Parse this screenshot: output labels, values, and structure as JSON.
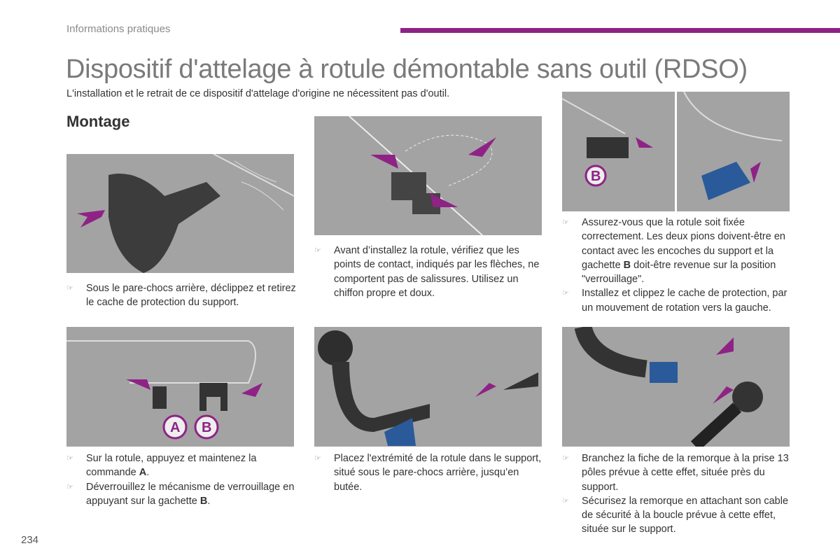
{
  "header": {
    "section": "Informations pratiques",
    "title": "Dispositif d'attelage à rotule démontable sans outil (RDSO)",
    "intro": "L'installation et le retrait de ce dispositif d'attelage d'origine ne nécessitent pas d'outil.",
    "subtitle": "Montage"
  },
  "bullet_icon": "pointing-hand-icon",
  "accent_color": "#8e2385",
  "steps": [
    {
      "items": [
        {
          "text": "Sous le pare-chocs arrière, déclippez et retirez le cache de protection du support."
        }
      ]
    },
    {
      "items": [
        {
          "text": "Avant d’installez la rotule, vérifiez que les points de contact, indiqués par les flèches, ne comportent pas de salissures. Utilisez un chiffon propre et doux."
        }
      ]
    },
    {
      "items": [
        {
          "pre": "Assurez-vous que la rotule soit fixée correctement. Les deux pions doivent-être en contact avec les encoches du support et la gachette ",
          "bold": "B",
          "post": " doit-être revenue sur la position \"verrouillage\"."
        },
        {
          "text": "Installez et clippez le cache de protection, par un mouvement de rotation vers la gauche."
        }
      ]
    },
    {
      "items": [
        {
          "pre": "Sur la rotule, appuyez et maintenez la commande ",
          "bold": "A",
          "post": "."
        },
        {
          "pre": "Déverrouillez le mécanisme de verrouillage en appuyant sur la gachette ",
          "bold": "B",
          "post": "."
        }
      ]
    },
    {
      "items": [
        {
          "text": "Placez l'extrémité de la rotule dans le support, situé sous le pare-chocs arrière, jusqu’en butée."
        }
      ]
    },
    {
      "items": [
        {
          "text": "Branchez la fiche de la remorque à la prise 13 pôles prévue à cette effet, située près du support."
        },
        {
          "text": "Sécurisez la remorque en attachant son cable de sécurité à la boucle prévue à cette effet, située sur le support."
        }
      ]
    }
  ],
  "labels": {
    "a": "A",
    "b": "B"
  },
  "page_number": "234"
}
